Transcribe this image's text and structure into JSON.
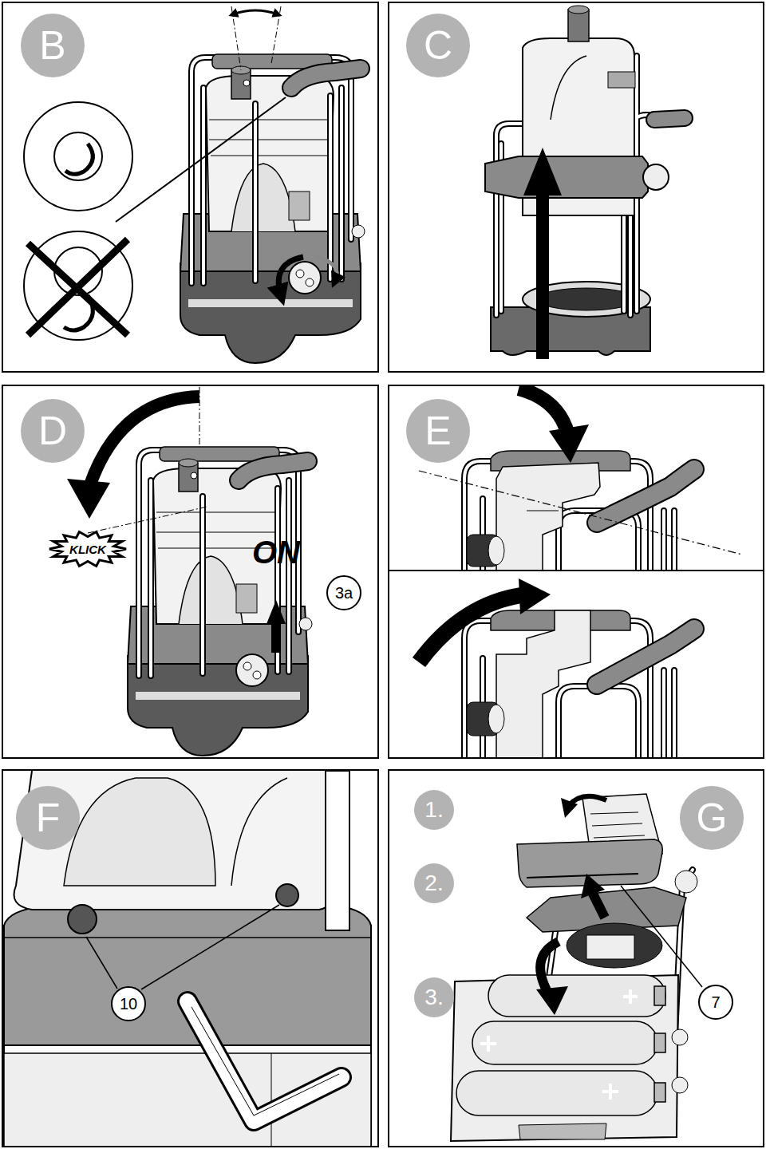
{
  "diagram": {
    "nodes": [
      {
        "text": [
          "B"
        ]
      },
      {
        "text": [
          "C"
        ]
      },
      {
        "text": [
          "D"
        ]
      },
      {
        "text": [
          "KLICK"
        ]
      },
      {
        "text": [
          "3a"
        ]
      },
      {
        "text": [
          "E"
        ]
      },
      {
        "text": [
          "F"
        ]
      },
      {
        "text": [
          "10"
        ]
      },
      {
        "text": [
          "1."
        ]
      },
      {
        "text": [
          "G"
        ]
      },
      {
        "text": [
          "2."
        ]
      },
      {
        "text": [
          "3."
        ]
      },
      {
        "text": [
          "7"
        ]
      }
    ],
    "labels": [
      "ON"
    ]
  }
}
